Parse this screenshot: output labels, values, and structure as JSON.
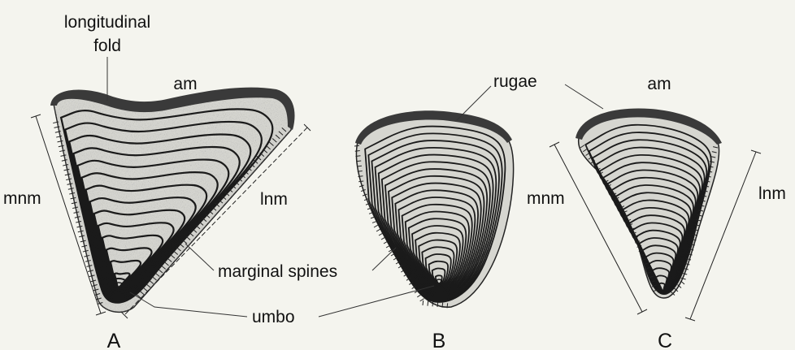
{
  "labels": {
    "longitudinal_fold_1": "longitudinal",
    "longitudinal_fold_2": "fold",
    "am_a": "am",
    "am_c": "am",
    "rugae": "rugae",
    "mnm_a": "mnm",
    "lnm_a": "lnm",
    "mnm_c": "mnm",
    "lnm_c": "lnm",
    "marginal_spines": "marginal spines",
    "umbo": "umbo",
    "fig_a": "A",
    "fig_b": "B",
    "fig_c": "C"
  },
  "colors": {
    "background": "#f4f4ee",
    "shell_fill": "#d6d6d0",
    "rugae": "#1a1a1a",
    "rim": "#3a3a3a"
  }
}
